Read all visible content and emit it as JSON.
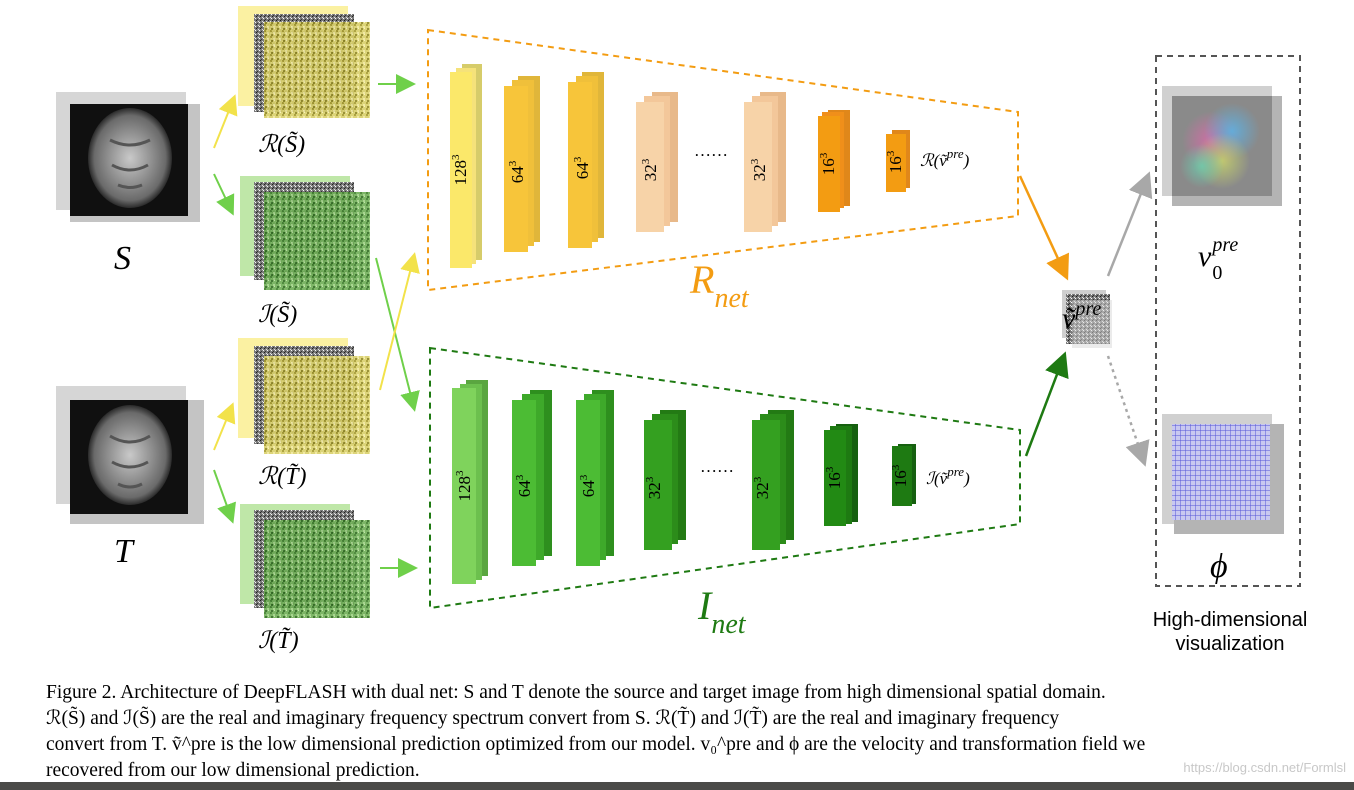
{
  "inputs": {
    "source_label": "S",
    "target_label": "T"
  },
  "spectra": {
    "real_source": "ℛ(S̃)",
    "imag_source": "ℐ(S̃)",
    "real_target": "ℛ(T̃)",
    "imag_target": "ℐ(T̃)"
  },
  "rnet": {
    "name_main": "R",
    "name_sub": "net",
    "output_label": "ℛ(ṽ",
    "output_sup": "pre",
    "output_close": ")",
    "color": "#f39c12",
    "layers": [
      {
        "label": "128",
        "sup": "3"
      },
      {
        "label": "64",
        "sup": "3"
      },
      {
        "label": "64",
        "sup": "3"
      },
      {
        "label": "32",
        "sup": "3"
      },
      {
        "label": "32",
        "sup": "3"
      },
      {
        "label": "16",
        "sup": "3"
      },
      {
        "label": "16",
        "sup": "3"
      }
    ],
    "ellipsis": "……"
  },
  "inet": {
    "name_main": "I",
    "name_sub": "net",
    "output_label": "ℐ(ṽ",
    "output_sup": "pre",
    "output_close": ")",
    "color": "#1e7a12",
    "layers": [
      {
        "label": "128",
        "sup": "3"
      },
      {
        "label": "64",
        "sup": "3"
      },
      {
        "label": "64",
        "sup": "3"
      },
      {
        "label": "32",
        "sup": "3"
      },
      {
        "label": "32",
        "sup": "3"
      },
      {
        "label": "16",
        "sup": "3"
      },
      {
        "label": "16",
        "sup": "3"
      }
    ],
    "ellipsis": "……"
  },
  "prediction": {
    "label": "ṽ",
    "sup": "pre"
  },
  "visualization": {
    "velocity_label": "v",
    "velocity_sup": "pre",
    "velocity_sub": "0",
    "phi_label": "ϕ",
    "title": "High-dimensional visualization"
  },
  "caption": {
    "line1": "Figure 2. Architecture of DeepFLASH with dual net: S and T denote the source and target image from high dimensional spatial domain.",
    "line2": "ℛ(S̃) and ℐ(S̃) are the real and imaginary frequency spectrum convert from S. ℛ(T̃) and ℐ(T̃) are the real and imaginary frequency",
    "line3": "convert from T. ṽ^pre is the low dimensional prediction optimized from our model. v₀^pre and ϕ are the velocity and transformation field we",
    "line4": "recovered from our low dimensional prediction."
  },
  "watermark": "https://blog.csdn.net/Formlsl"
}
